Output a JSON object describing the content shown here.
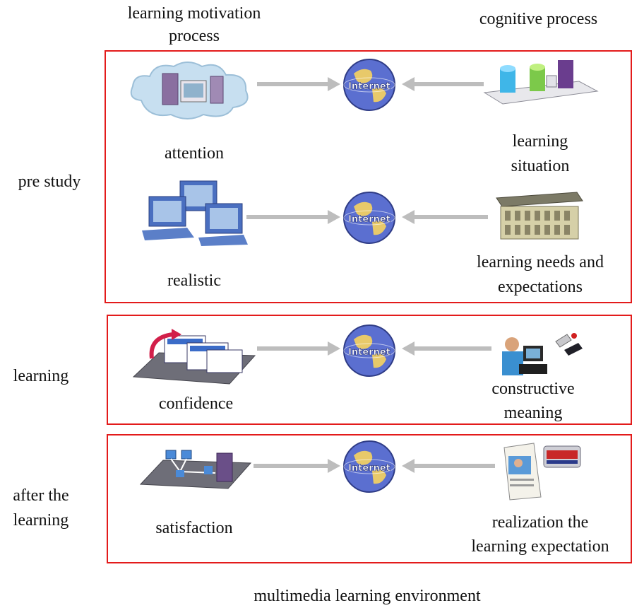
{
  "headers": {
    "left_line1": "learning motivation",
    "left_line2": "process",
    "right": "cognitive process"
  },
  "stages": {
    "pre_study": "pre study",
    "learning": "learning",
    "after_line1": "after the",
    "after_line2": "learning"
  },
  "left_items": {
    "attention": "attention",
    "realistic": "realistic",
    "confidence": "confidence",
    "satisfaction": "satisfaction"
  },
  "right_items": {
    "situation_line1": "learning",
    "situation_line2": "situation",
    "needs_line1": "learning needs and",
    "needs_line2": "expectations",
    "constructive_line1": "constructive",
    "constructive_line2": "meaning",
    "realization_line1": "realization the",
    "realization_line2": "learning expectation"
  },
  "globe_label": "Internet",
  "footer": "multimedia learning environment",
  "colors": {
    "border": "#e31b1b",
    "arrow": "#bdbdbd"
  }
}
